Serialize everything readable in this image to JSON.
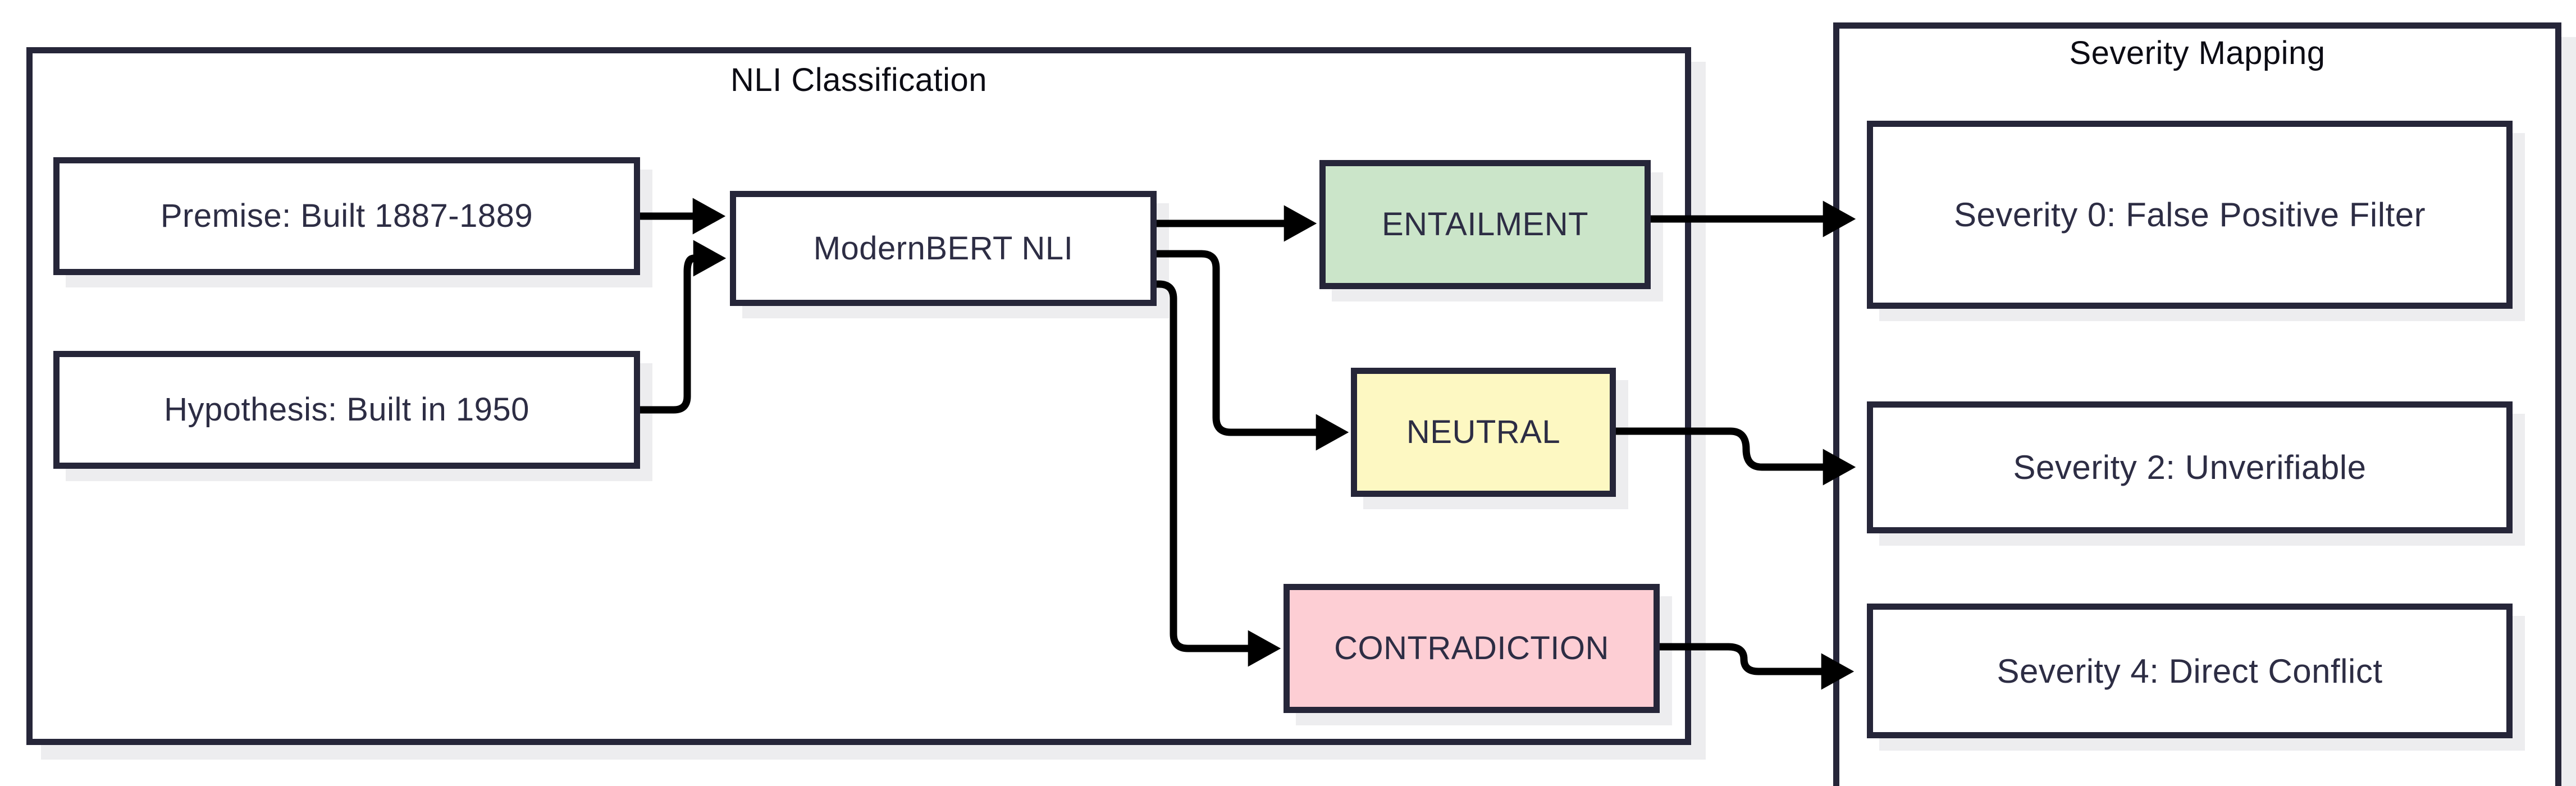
{
  "diagram": {
    "type": "flowchart",
    "background": "#ffffff",
    "colors": {
      "container_border": "#262639",
      "node_border": "#262639",
      "node_text": "#2d2d44",
      "title_text": "#0c0c14",
      "arrow": "#000000",
      "shadow": "#ededef",
      "default_fill": "#ffffff",
      "entailment_fill": "#cbe5c9",
      "neutral_fill": "#fdf8c2",
      "contradiction_fill": "#fdced4"
    },
    "containers": [
      {
        "id": "nli",
        "title": "NLI Classification"
      },
      {
        "id": "severity",
        "title": "Severity Mapping"
      }
    ],
    "nodes": [
      {
        "id": "premise",
        "label": "Premise: Built 1887-1889",
        "fill": "#ffffff"
      },
      {
        "id": "hypothesis",
        "label": "Hypothesis: Built in 1950",
        "fill": "#ffffff"
      },
      {
        "id": "model",
        "label": "ModernBERT NLI",
        "fill": "#ffffff"
      },
      {
        "id": "entailment",
        "label": "ENTAILMENT",
        "fill": "#cbe5c9"
      },
      {
        "id": "neutral",
        "label": "NEUTRAL",
        "fill": "#fdf8c2"
      },
      {
        "id": "contradiction",
        "label": "CONTRADICTION",
        "fill": "#fdced4"
      },
      {
        "id": "sev0",
        "label": "Severity 0: False Positive Filter",
        "fill": "#ffffff"
      },
      {
        "id": "sev2",
        "label": "Severity 2: Unverifiable",
        "fill": "#ffffff"
      },
      {
        "id": "sev4",
        "label": "Severity 4: Direct Conflict",
        "fill": "#ffffff"
      }
    ],
    "edges": [
      {
        "from": "premise",
        "to": "model"
      },
      {
        "from": "hypothesis",
        "to": "model"
      },
      {
        "from": "model",
        "to": "entailment"
      },
      {
        "from": "model",
        "to": "neutral"
      },
      {
        "from": "model",
        "to": "contradiction"
      },
      {
        "from": "entailment",
        "to": "sev0"
      },
      {
        "from": "neutral",
        "to": "sev2"
      },
      {
        "from": "contradiction",
        "to": "sev4"
      }
    ]
  }
}
